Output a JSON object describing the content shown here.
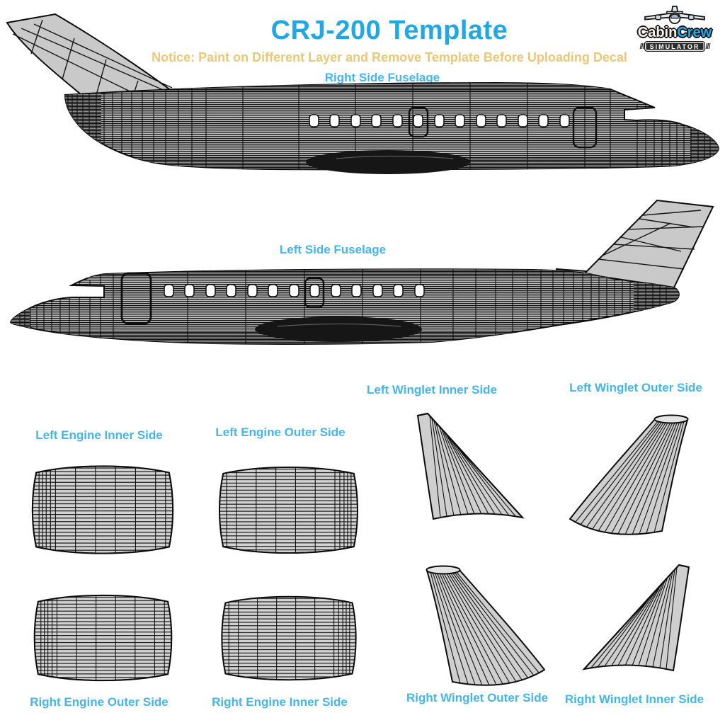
{
  "header": {
    "title": "CRJ-200 Template",
    "notice": "Notice: Paint on Different Layer and Remove Template Before Uploading Decal"
  },
  "logo": {
    "brand_part1": "Cabin",
    "brand_part2": "Crew",
    "banner": "SIMULATOR",
    "icon": "airplane-front-icon",
    "side_marks": "///"
  },
  "labels": {
    "right_fuselage": "Right Side Fuselage",
    "left_fuselage": "Left Side Fuselage",
    "left_engine_inner": "Left Engine Inner Side",
    "left_engine_outer": "Left Engine Outer Side",
    "left_winglet_inner": "Left Winglet Inner Side",
    "left_winglet_outer": "Left Winglet Outer Side",
    "right_engine_outer": "Right Engine Outer Side",
    "right_engine_inner": "Right Engine Inner Side",
    "right_winglet_outer": "Right Winglet Outer Side",
    "right_winglet_inner": "Right Winglet Inner Side"
  },
  "colors": {
    "title_blue": "#1fa8e5",
    "label_blue": "#45b5eb",
    "notice_gold": "#eac878",
    "crew_blue": "#29a9e9",
    "wireframe_line": "#111111",
    "wireframe_fill": "#c6c6c6"
  }
}
